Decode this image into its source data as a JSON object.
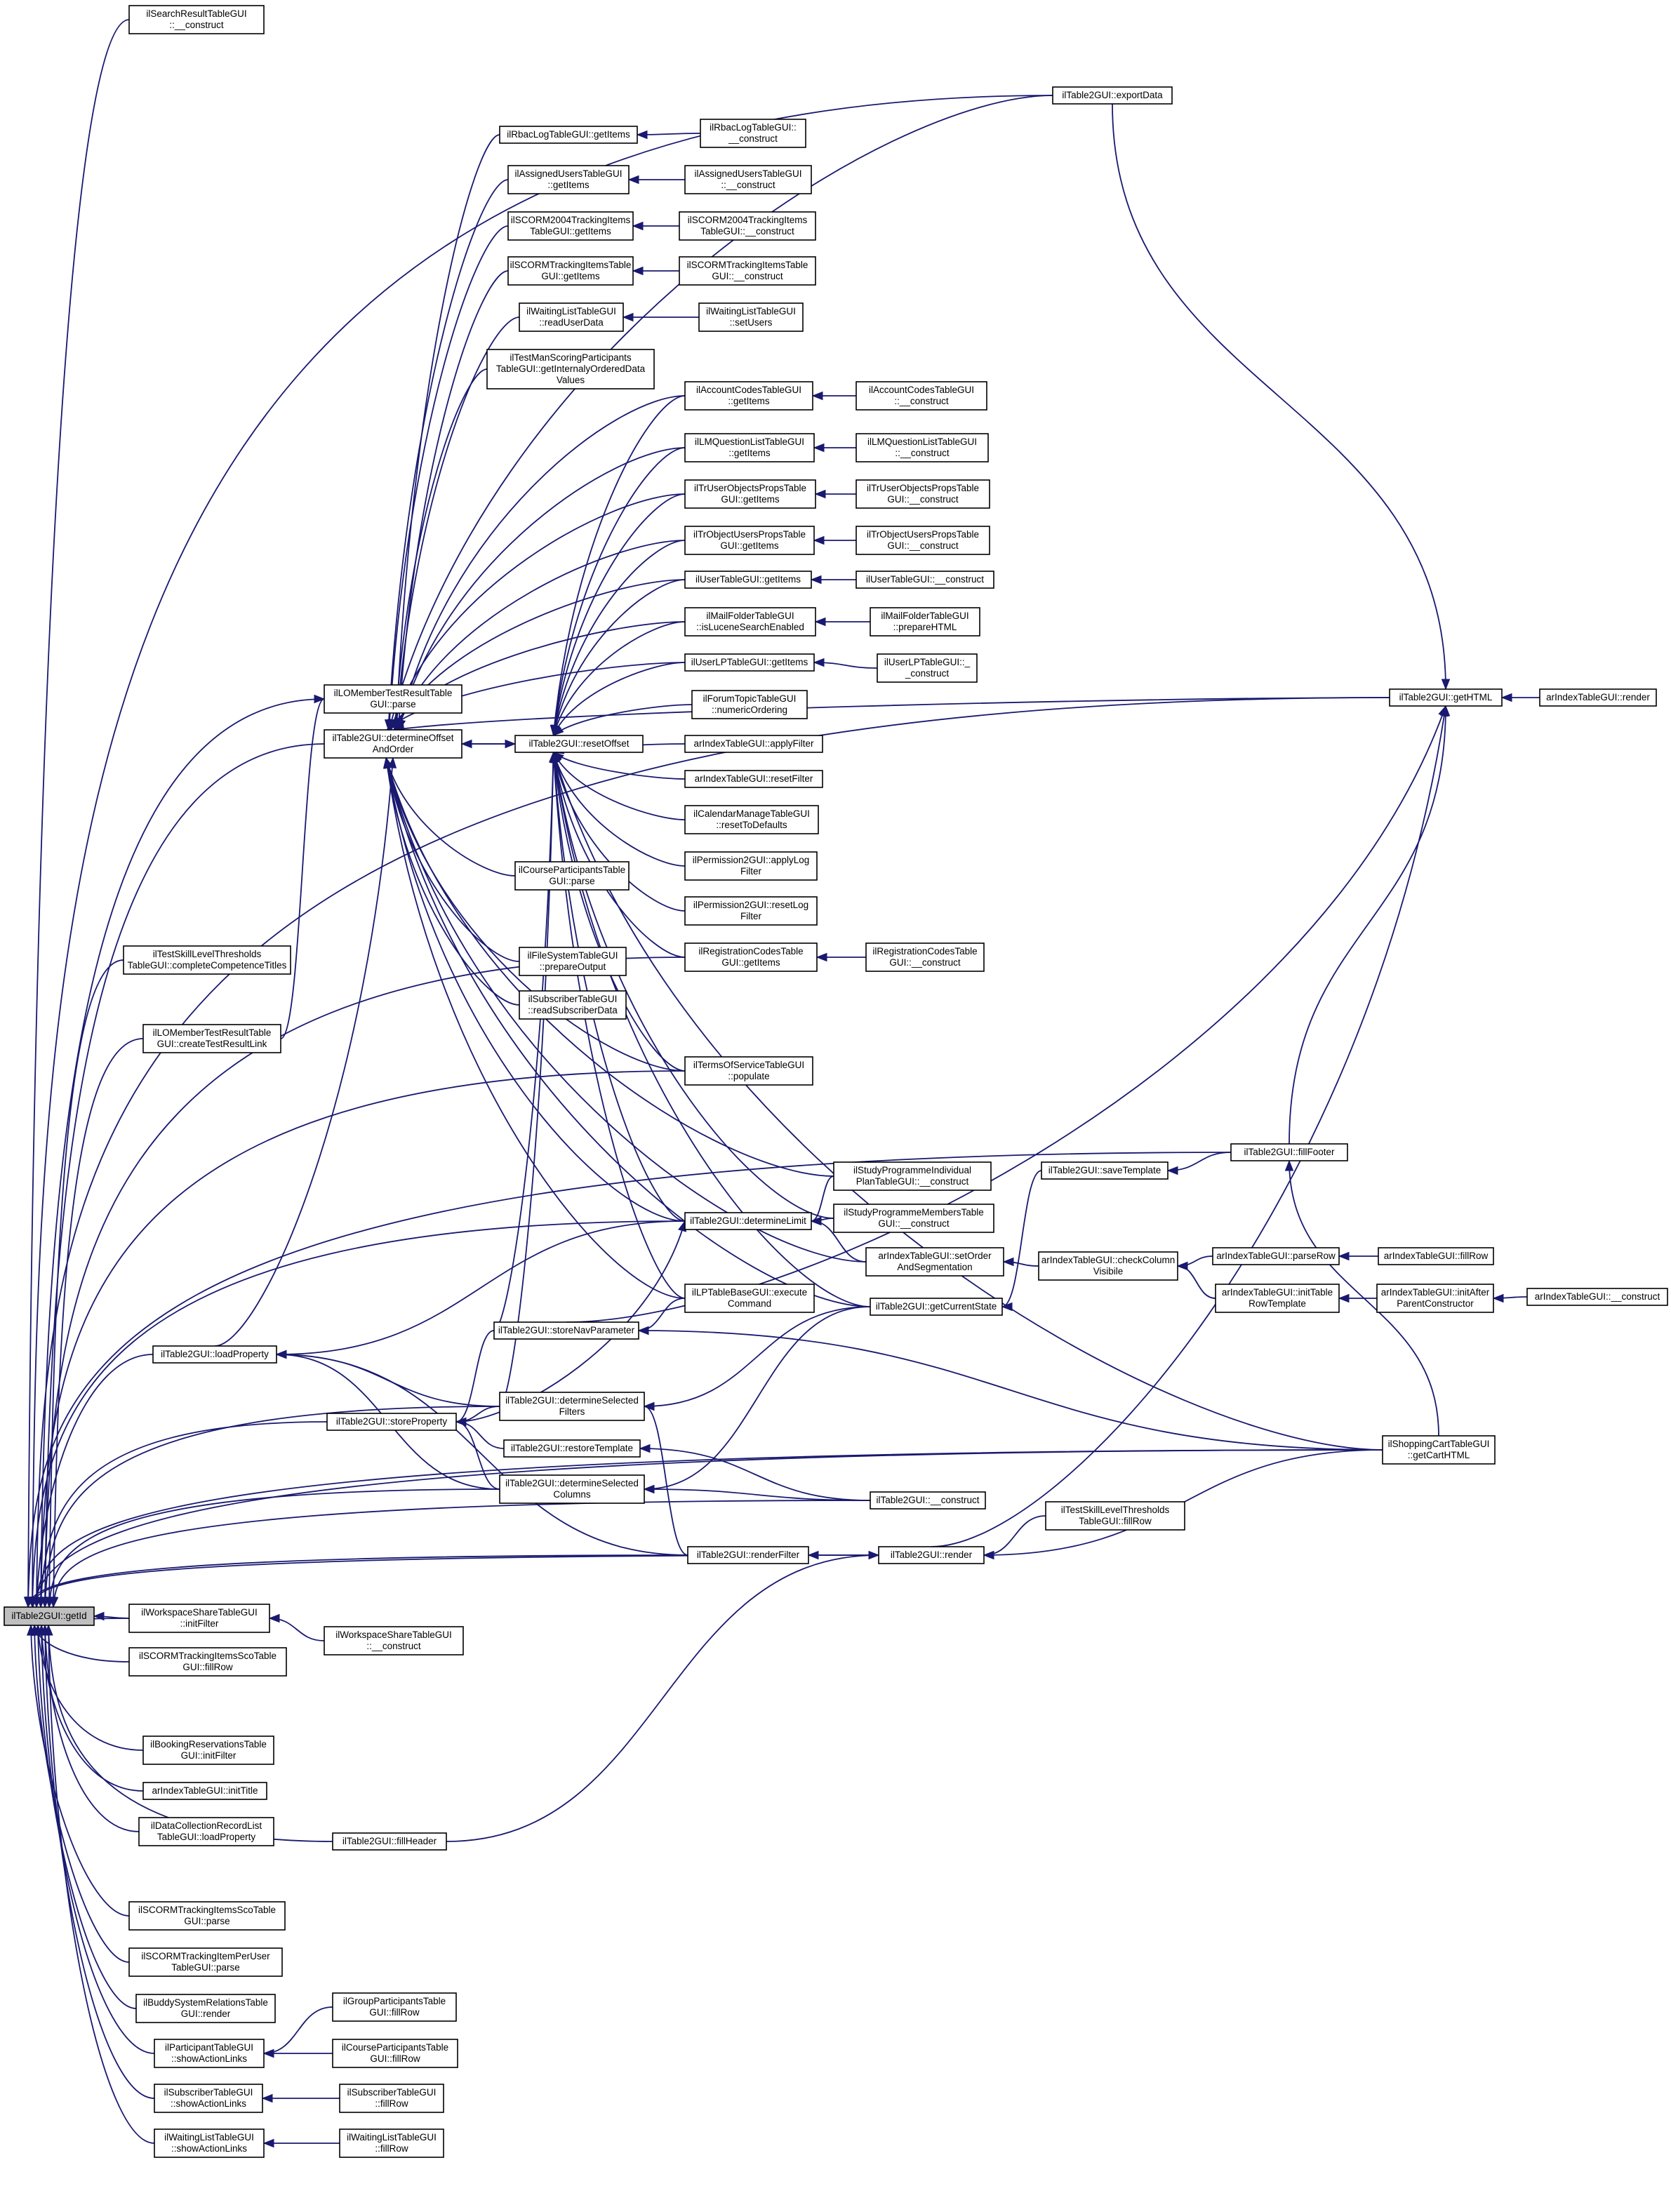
{
  "graph": {
    "title": "",
    "colors": {
      "edge": "#191970",
      "node_border": "#000000",
      "focus_fill": "#bfbfbf",
      "node_fill": "#ffffff"
    },
    "nodes": [
      {
        "id": "getId",
        "label": [
          "ilTable2GUI::getId"
        ],
        "focus": true
      },
      {
        "id": "searchResult",
        "label": [
          "ilSearchResultTableGUI",
          "::__construct"
        ]
      },
      {
        "id": "exportData",
        "label": [
          "ilTable2GUI::exportData"
        ]
      },
      {
        "id": "rbacGet",
        "label": [
          "ilRbacLogTableGUI::getItems"
        ]
      },
      {
        "id": "rbacCon",
        "label": [
          "ilRbacLogTableGUI::",
          "__construct"
        ]
      },
      {
        "id": "assignedGet",
        "label": [
          "ilAssignedUsersTableGUI",
          "::getItems"
        ]
      },
      {
        "id": "assignedCon",
        "label": [
          "ilAssignedUsersTableGUI",
          "::__construct"
        ]
      },
      {
        "id": "scorm2004Get",
        "label": [
          "ilSCORM2004TrackingItems",
          "TableGUI::getItems"
        ]
      },
      {
        "id": "scorm2004Con",
        "label": [
          "ilSCORM2004TrackingItems",
          "TableGUI::__construct"
        ]
      },
      {
        "id": "scormGet",
        "label": [
          "ilSCORMTrackingItemsTable",
          "GUI::getItems"
        ]
      },
      {
        "id": "scormCon",
        "label": [
          "ilSCORMTrackingItemsTable",
          "GUI::__construct"
        ]
      },
      {
        "id": "waitingRead",
        "label": [
          "ilWaitingListTableGUI",
          "::readUserData"
        ]
      },
      {
        "id": "waitingSet",
        "label": [
          "ilWaitingListTableGUI",
          "::setUsers"
        ]
      },
      {
        "id": "testMan",
        "label": [
          "ilTestManScoringParticipants",
          "TableGUI::getInternalyOrderedData",
          "Values"
        ]
      },
      {
        "id": "accountGet",
        "label": [
          "ilAccountCodesTableGUI",
          "::getItems"
        ]
      },
      {
        "id": "accountCon",
        "label": [
          "ilAccountCodesTableGUI",
          "::__construct"
        ]
      },
      {
        "id": "lmGet",
        "label": [
          "ilLMQuestionListTableGUI",
          "::getItems"
        ]
      },
      {
        "id": "lmCon",
        "label": [
          "ilLMQuestionListTableGUI",
          "::__construct"
        ]
      },
      {
        "id": "trUserGet",
        "label": [
          "ilTrUserObjectsPropsTable",
          "GUI::getItems"
        ]
      },
      {
        "id": "trUserCon",
        "label": [
          "ilTrUserObjectsPropsTable",
          "GUI::__construct"
        ]
      },
      {
        "id": "trObjGet",
        "label": [
          "ilTrObjectUsersPropsTable",
          "GUI::getItems"
        ]
      },
      {
        "id": "trObjCon",
        "label": [
          "ilTrObjectUsersPropsTable",
          "GUI::__construct"
        ]
      },
      {
        "id": "userGet",
        "label": [
          "ilUserTableGUI::getItems"
        ]
      },
      {
        "id": "userCon",
        "label": [
          "ilUserTableGUI::__construct"
        ]
      },
      {
        "id": "mailLucene",
        "label": [
          "ilMailFolderTableGUI",
          "::isLuceneSearchEnabled"
        ]
      },
      {
        "id": "mailPrep",
        "label": [
          "ilMailFolderTableGUI",
          "::prepareHTML"
        ]
      },
      {
        "id": "userLPGet",
        "label": [
          "ilUserLPTableGUI::getItems"
        ]
      },
      {
        "id": "userLPCon",
        "label": [
          "ilUserLPTableGUI::_",
          "_construct"
        ]
      },
      {
        "id": "forumNum",
        "label": [
          "ilForumTopicTableGUI",
          "::numericOrdering"
        ]
      },
      {
        "id": "loMemberParse",
        "label": [
          "ilLOMemberTestResultTable",
          "GUI::parse"
        ]
      },
      {
        "id": "detOffset",
        "label": [
          "ilTable2GUI::determineOffset",
          "AndOrder"
        ]
      },
      {
        "id": "resetOffset",
        "label": [
          "ilTable2GUI::resetOffset"
        ]
      },
      {
        "id": "arApply",
        "label": [
          "arIndexTableGUI::applyFilter"
        ]
      },
      {
        "id": "arReset",
        "label": [
          "arIndexTableGUI::resetFilter"
        ]
      },
      {
        "id": "calendar",
        "label": [
          "ilCalendarManageTableGUI",
          "::resetToDefaults"
        ]
      },
      {
        "id": "permApply",
        "label": [
          "ilPermission2GUI::applyLog",
          "Filter"
        ]
      },
      {
        "id": "permReset",
        "label": [
          "ilPermission2GUI::resetLog",
          "Filter"
        ]
      },
      {
        "id": "regGet",
        "label": [
          "ilRegistrationCodesTable",
          "GUI::getItems"
        ]
      },
      {
        "id": "regCon",
        "label": [
          "ilRegistrationCodesTable",
          "GUI::__construct"
        ]
      },
      {
        "id": "courseParse",
        "label": [
          "ilCourseParticipantsTable",
          "GUI::parse"
        ]
      },
      {
        "id": "fileSys",
        "label": [
          "ilFileSystemTableGUI",
          "::prepareOutput"
        ]
      },
      {
        "id": "subRead",
        "label": [
          "ilSubscriberTableGUI",
          "::readSubscriberData"
        ]
      },
      {
        "id": "testSkillTitles",
        "label": [
          "ilTestSkillLevelThresholds",
          "TableGUI::completeCompetenceTitles"
        ]
      },
      {
        "id": "loMemberCreate",
        "label": [
          "ilLOMemberTestResultTable",
          "GUI::createTestResultLink"
        ]
      },
      {
        "id": "terms",
        "label": [
          "ilTermsOfServiceTableGUI",
          "::populate"
        ]
      },
      {
        "id": "getHTML",
        "label": [
          "ilTable2GUI::getHTML"
        ]
      },
      {
        "id": "arRender",
        "label": [
          "arIndexTableGUI::render"
        ]
      },
      {
        "id": "fillFooter",
        "label": [
          "ilTable2GUI::fillFooter"
        ]
      },
      {
        "id": "saveTemplate",
        "label": [
          "ilTable2GUI::saveTemplate"
        ]
      },
      {
        "id": "studyInd",
        "label": [
          "ilStudyProgrammeIndividual",
          "PlanTableGUI::__construct"
        ]
      },
      {
        "id": "studyMem",
        "label": [
          "ilStudyProgrammeMembersTable",
          "GUI::__construct"
        ]
      },
      {
        "id": "detLimit",
        "label": [
          "ilTable2GUI::determineLimit"
        ]
      },
      {
        "id": "arSetOrder",
        "label": [
          "arIndexTableGUI::setOrder",
          "AndSegmentation"
        ]
      },
      {
        "id": "arCheckCol",
        "label": [
          "arIndexTableGUI::checkColumn",
          "Visibile"
        ]
      },
      {
        "id": "arParseRow",
        "label": [
          "arIndexTableGUI::parseRow"
        ]
      },
      {
        "id": "arFillRow",
        "label": [
          "arIndexTableGUI::fillRow"
        ]
      },
      {
        "id": "arInitRow",
        "label": [
          "arIndexTableGUI::initTable",
          "RowTemplate"
        ]
      },
      {
        "id": "arInitAfter",
        "label": [
          "arIndexTableGUI::initAfter",
          "ParentConstructor"
        ]
      },
      {
        "id": "arConstruct",
        "label": [
          "arIndexTableGUI::__construct"
        ]
      },
      {
        "id": "lpExec",
        "label": [
          "ilLPTableBaseGUI::execute",
          "Command"
        ]
      },
      {
        "id": "getCurState",
        "label": [
          "ilTable2GUI::getCurrentState"
        ]
      },
      {
        "id": "loadProp",
        "label": [
          "ilTable2GUI::loadProperty"
        ]
      },
      {
        "id": "storeNav",
        "label": [
          "ilTable2GUI::storeNavParameter"
        ]
      },
      {
        "id": "detFilters",
        "label": [
          "ilTable2GUI::determineSelected",
          "Filters"
        ]
      },
      {
        "id": "storeProp",
        "label": [
          "ilTable2GUI::storeProperty"
        ]
      },
      {
        "id": "restoreTpl",
        "label": [
          "ilTable2GUI::restoreTemplate"
        ]
      },
      {
        "id": "detColumns",
        "label": [
          "ilTable2GUI::determineSelected",
          "Columns"
        ]
      },
      {
        "id": "t2Construct",
        "label": [
          "ilTable2GUI::__construct"
        ]
      },
      {
        "id": "shopCart",
        "label": [
          "ilShoppingCartTableGUI",
          "::getCartHTML"
        ]
      },
      {
        "id": "renderFilter",
        "label": [
          "ilTable2GUI::renderFilter"
        ]
      },
      {
        "id": "t2Render",
        "label": [
          "ilTable2GUI::render"
        ]
      },
      {
        "id": "testSkillFill",
        "label": [
          "ilTestSkillLevelThresholds",
          "TableGUI::fillRow"
        ]
      },
      {
        "id": "wsInit",
        "label": [
          "ilWorkspaceShareTableGUI",
          "::initFilter"
        ]
      },
      {
        "id": "wsCon",
        "label": [
          "ilWorkspaceShareTableGUI",
          "::__construct"
        ]
      },
      {
        "id": "scormScoFill",
        "label": [
          "ilSCORMTrackingItemsScoTable",
          "GUI::fillRow"
        ]
      },
      {
        "id": "bookingInit",
        "label": [
          "ilBookingReservationsTable",
          "GUI::initFilter"
        ]
      },
      {
        "id": "arInitTitle",
        "label": [
          "arIndexTableGUI::initTitle"
        ]
      },
      {
        "id": "dataColl",
        "label": [
          "ilDataCollectionRecordList",
          "TableGUI::loadProperty"
        ]
      },
      {
        "id": "fillHeader",
        "label": [
          "ilTable2GUI::fillHeader"
        ]
      },
      {
        "id": "scormScoParse",
        "label": [
          "ilSCORMTrackingItemsScoTable",
          "GUI::parse"
        ]
      },
      {
        "id": "scormPerUser",
        "label": [
          "ilSCORMTrackingItemPerUser",
          "TableGUI::parse"
        ]
      },
      {
        "id": "buddy",
        "label": [
          "ilBuddySystemRelationsTable",
          "GUI::render"
        ]
      },
      {
        "id": "partShow",
        "label": [
          "ilParticipantTableGUI",
          "::showActionLinks"
        ]
      },
      {
        "id": "groupFill",
        "label": [
          "ilGroupParticipantsTable",
          "GUI::fillRow"
        ]
      },
      {
        "id": "courseFill",
        "label": [
          "ilCourseParticipantsTable",
          "GUI::fillRow"
        ]
      },
      {
        "id": "subShow",
        "label": [
          "ilSubscriberTableGUI",
          "::showActionLinks"
        ]
      },
      {
        "id": "subFill",
        "label": [
          "ilSubscriberTableGUI",
          "::fillRow"
        ]
      },
      {
        "id": "waitShow",
        "label": [
          "ilWaitingListTableGUI",
          "::showActionLinks"
        ]
      },
      {
        "id": "waitFill",
        "label": [
          "ilWaitingListTableGUI",
          "::fillRow"
        ]
      }
    ]
  }
}
